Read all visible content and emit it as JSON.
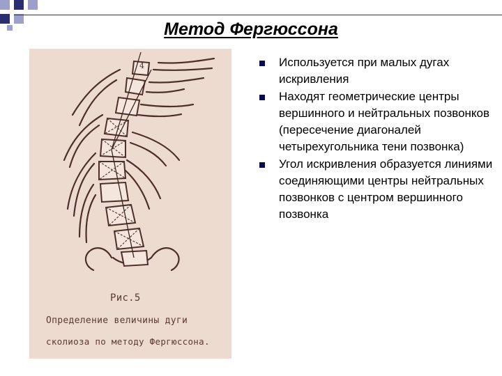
{
  "title": "Метод Фергюссона",
  "bullets": [
    "Используется при малых дугах искривления",
    "Находят геометрические центры вершинного и нейтральных позвонков (пересечение диагоналей четырехугольника тени позвонка)",
    "Угол искривления образуется линиями соединяющими центры нейтральных позвонков с центром вершинного позвонка"
  ],
  "figure": {
    "fig_label": "Рис.5",
    "caption_line1": "Определение величины дуги",
    "caption_line2": "сколиоза по методу Фергюссона.",
    "spine_digits": "4"
  },
  "colors": {
    "accent_dark": "#2b2d6e",
    "accent_light": "#9da1c9",
    "figure_bg": "#eedbd0",
    "ink": "#5a3a33"
  }
}
